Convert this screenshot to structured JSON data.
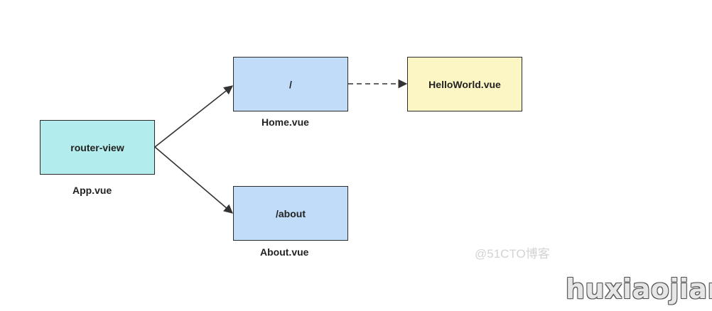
{
  "nodes": {
    "router_view": {
      "label": "router-view",
      "caption": "App.vue",
      "fill": "#b3ecec"
    },
    "home": {
      "label": "/",
      "caption": "Home.vue",
      "fill": "#c0dcf8"
    },
    "about": {
      "label": "/about",
      "caption": "About.vue",
      "fill": "#c0dcf8"
    },
    "helloworld": {
      "label": "HelloWorld.vue",
      "fill": "#fcf6c4"
    }
  },
  "watermark": "@51CTO博客",
  "signature": "huxiaojian"
}
